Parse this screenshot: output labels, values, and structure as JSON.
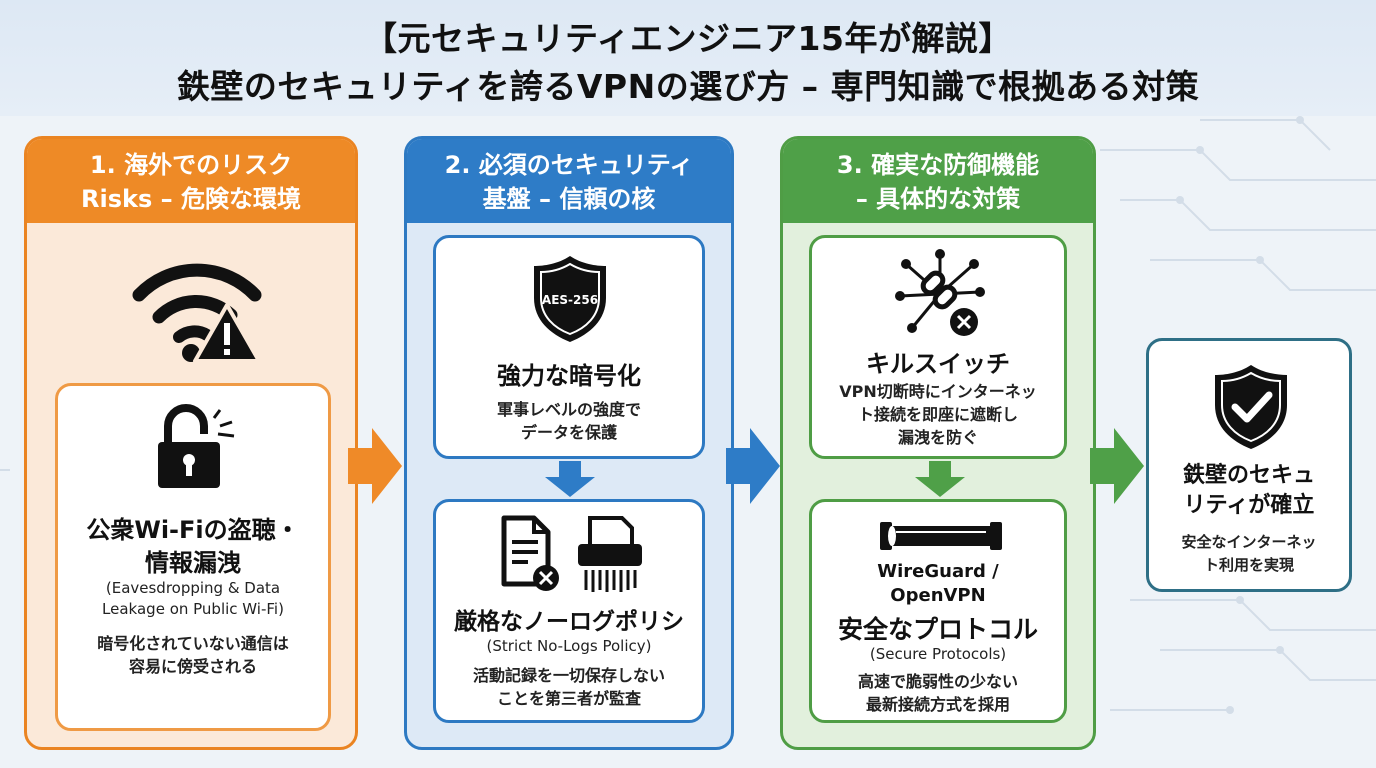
{
  "header": {
    "line1": "【元セキュリティエンジニア15年が解説】",
    "line2": "鉄壁のセキュリティを誇るVPNの選び方 – 専門知識で根拠ある対策"
  },
  "colors": {
    "orange": "#ee8a26",
    "blue": "#2e7cc7",
    "green": "#4fa048",
    "teal": "#2e6f86"
  },
  "col1": {
    "head_line1": "1. 海外でのリスク",
    "head_line2": "Risks – 危険な環境",
    "icon": "wifi-warning-icon",
    "card": {
      "icon": "unlocked-padlock-icon",
      "title_line1": "公衆Wi-Fiの盗聴・",
      "title_line2": "情報漏洩",
      "en_line1": "(Eavesdropping & Data",
      "en_line2": "Leakage on Public Wi-Fi)",
      "desc_line1": "暗号化されていない通信は",
      "desc_line2": "容易に傍受される"
    }
  },
  "col2": {
    "head_line1": "2. 必須のセキュリティ",
    "head_line2": "基盤 – 信頼の核",
    "card1": {
      "icon": "aes-shield-icon",
      "badge": "AES-256",
      "title": "強力な暗号化",
      "desc_line1": "軍事レベルの強度で",
      "desc_line2": "データを保護"
    },
    "card2": {
      "icon": "no-logs-shredder-icon",
      "title": "厳格なノーログポリシ",
      "en": "(Strict No-Logs Policy)",
      "desc_line1": "活動記録を一切保存しない",
      "desc_line2": "ことを第三者が監査"
    }
  },
  "col3": {
    "head_line1": "3. 確実な防御機能",
    "head_line2": "– 具体的な対策",
    "card1": {
      "icon": "kill-switch-icon",
      "title": "キルスイッチ",
      "desc_line1": "VPN切断時にインターネッ",
      "desc_line2": "ト接続を即座に遮断し",
      "desc_line3": "漏洩を防ぐ"
    },
    "card2": {
      "icon": "tunnel-pipe-icon",
      "proto_line1": "WireGuard /",
      "proto_line2": "OpenVPN",
      "title": "安全なプロトコル",
      "en": "(Secure Protocols)",
      "desc_line1": "高速で脆弱性の少ない",
      "desc_line2": "最新接続方式を採用"
    }
  },
  "result": {
    "icon": "check-shield-icon",
    "title_line1": "鉄壁のセキュ",
    "title_line2": "リティが確立",
    "desc_line1": "安全なインターネッ",
    "desc_line2": "ト利用を実現"
  }
}
